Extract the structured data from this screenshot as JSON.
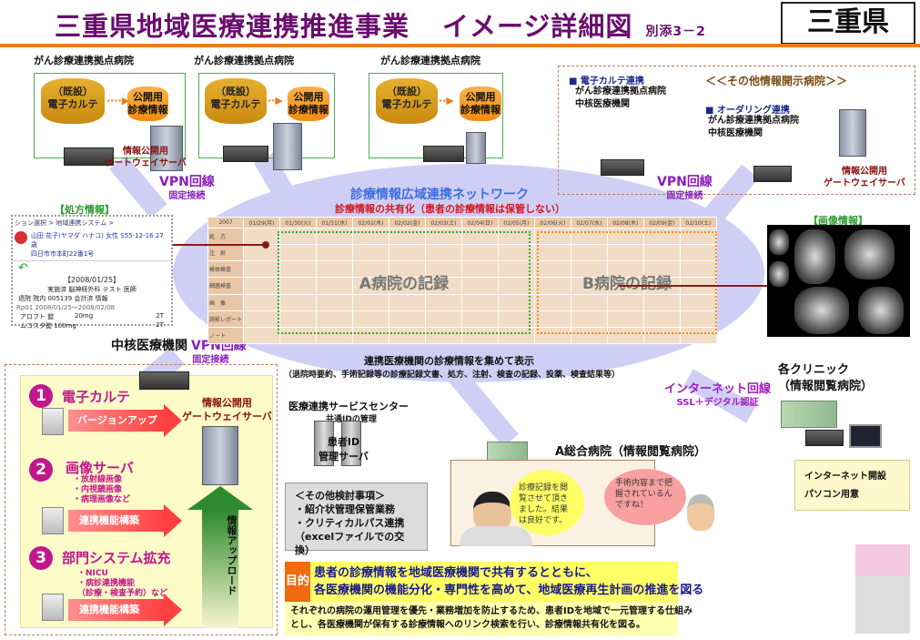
{
  "header": {
    "title": "三重県地域医療連携推進事業",
    "subtitle": "イメージ詳細図",
    "attachment": "別添3－2",
    "prefecture": "三重県"
  },
  "hospitals": [
    {
      "label": "がん診療連携拠点病院",
      "legacy": "（既設）",
      "emr": "電子カルテ",
      "public1": "公開用",
      "public2": "診療情報",
      "gw1": "情報公開用",
      "gw2": "ゲートウェイサーバ"
    },
    {
      "label": "がん診療連携拠点病院",
      "legacy": "（既設）",
      "emr": "電子カルテ",
      "public1": "公開用",
      "public2": "診療情報"
    },
    {
      "label": "がん診療連携拠点病院",
      "legacy": "（既設）",
      "emr": "電子カルテ",
      "public1": "公開用",
      "public2": "診療情報"
    }
  ],
  "other_hospitals": {
    "title": "＜＜その他情報開示病院＞＞",
    "emr_link": "■ 電子カルテ連携",
    "emr_items": [
      "がん診療連携拠点病院",
      "中核医療機関"
    ],
    "order_link": "■ オーダリング連携",
    "order_items": [
      "がん診療連携拠点病院",
      "中核医療機関"
    ],
    "gw1": "情報公開用",
    "gw2": "ゲートウェイサーバ"
  },
  "vpn": {
    "label": "VPN回線",
    "sub": "固定接続"
  },
  "network": {
    "title": "診療情報広域連携ネットワーク",
    "subtitle": "診療情報の共有化（患者の診療情報は保管しない）",
    "collect": "連携医療機関の診療情報を集めて表示",
    "collect_detail": "（退院時要約、手術記録等の診療記録文書、処方、注射、検査の記録、投薬、検査結果等）"
  },
  "timeline": {
    "year": "2007",
    "dates": [
      "01/29(月)",
      "01/30(火)",
      "01/31(水)",
      "02/01(木)",
      "02/02(金)",
      "02/03(土)",
      "02/04(日)",
      "02/05(月)",
      "02/06(火)",
      "02/07(水)",
      "02/08(木)",
      "02/09(金)",
      "02/10(土)"
    ],
    "rows": [
      "処　方",
      "注　射",
      "検体検査",
      "細菌検査",
      "画　像",
      "読影レポート",
      "ノート"
    ],
    "record_a": "A病院の記録",
    "record_b": "B病院の記録"
  },
  "prescription": {
    "heading": "【処方情報】",
    "breadcrumb": "ション選択 > 地域連携システム >",
    "patient": "山田 花子(ヤマダ ハナコ) 女性 S55-12-16 27歳",
    "address": "四日市市本町22番1号",
    "date": "【2008/01/25】",
    "line1": "実施済 脳神経外科 テスト 医師",
    "line2": "退院 院内 005139 会計済 情報",
    "rp": "Rp01 2008/01/25～2008/02/08",
    "drug1": "アロフト 錠",
    "dose1": "20mg",
    "qty1": "2T",
    "drug2": "ムコスタ錠 100mg",
    "qty2": "2T"
  },
  "imaging": {
    "heading": "【画像情報】"
  },
  "core": {
    "title": "中核医療機関",
    "items": [
      {
        "num": "1",
        "name": "電子カルテ",
        "action": "バージョンアップ"
      },
      {
        "num": "2",
        "name": "画像サーバ",
        "bullets": [
          "・放射線画像",
          "・内視鏡画像",
          "・病理画像など"
        ],
        "action": "連携機能構築"
      },
      {
        "num": "3",
        "name": "部門システム拡充",
        "bullets": [
          "・NICU",
          "・病診連携機能",
          "（診療・検査予約）など"
        ],
        "action": "連携機能構築"
      }
    ],
    "gw1": "情報公開用",
    "gw2": "ゲートウェイサーバ",
    "upload": "情報アップロード"
  },
  "service_center": {
    "title": "医療連携サービスセンター",
    "sub": "共通IDの管理",
    "server1": "患者ID",
    "server2": "管理サーバ"
  },
  "other_considerations": {
    "title": "＜その他検討事項＞",
    "items": [
      "・紹介状管理保管業務",
      "・クリティカルパス連携",
      "（excelファイルでの交換）"
    ]
  },
  "general_hospital": {
    "title": "A総合病院（情報閲覧病院）",
    "bubble1": "診療記録を閲覧させて頂きました。結果は良好です。",
    "bubble2": "手術内容まで把握されているんですね！"
  },
  "internet": {
    "label": "インターネット回線",
    "sub": "SSL＋デジタル認証"
  },
  "clinic": {
    "title1": "各クリニック",
    "title2": "（情報閲覧病院）",
    "req1": "インターネット開設",
    "req2": "パソコン用意"
  },
  "purpose": {
    "tag": "目的",
    "line1": "患者の診療情報を地域医療機関で共有するとともに、",
    "line2": "各医療機関の機能分化・専門性を高めて、地域医療再生計画の推進を図る",
    "detail1": "それぞれの病院の運用管理を優先・業務増加を防止するため、患者IDを地域で一元管理する仕組み",
    "detail2": "とし、各医療機関が保有する診療情報へのリンク検索を行い、診療情報共有化を図る。"
  },
  "colors": {
    "title": "#6a0d6e",
    "accent": "#f07a1a",
    "vpn": "#8a1cc0",
    "network": "#cfcff6",
    "magenta": "#c0188c"
  }
}
